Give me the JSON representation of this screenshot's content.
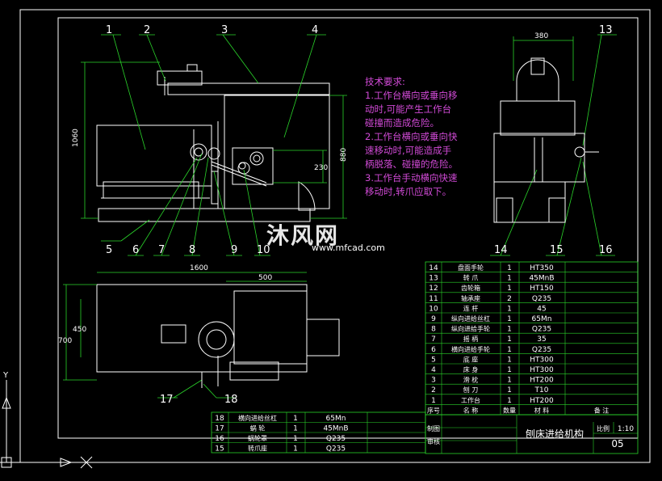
{
  "callouts": {
    "c1": "1",
    "c2": "2",
    "c3": "3",
    "c4": "4",
    "c5": "5",
    "c6": "6",
    "c7": "7",
    "c8": "8",
    "c9": "9",
    "c10": "10",
    "c13": "13",
    "c14": "14",
    "c15": "15",
    "c16": "16",
    "c17": "17",
    "c18": "18"
  },
  "dimensions": {
    "front_height": "1060",
    "front_right": "880",
    "front_inner": "230",
    "top_width": "1600",
    "top_inner": "500",
    "top_h1": "700",
    "top_h2": "450",
    "side_width": "380"
  },
  "tech_requirements": {
    "title": "技术要求:",
    "lines": [
      "1.工作台横向或垂向移",
      "动时,可能产生工作台",
      "碰撞而造成危险。",
      "2.工作台横向或垂向快",
      "速移动时,可能造成手",
      "柄脱落、碰撞的危险。",
      "3.工作台手动横向快速",
      "移动时,转爪应取下。"
    ]
  },
  "parts_list": [
    {
      "no": "14",
      "name": "盘面手轮",
      "qty": "1",
      "mat": "HT350"
    },
    {
      "no": "13",
      "name": "转  爪",
      "qty": "1",
      "mat": "45MnB"
    },
    {
      "no": "12",
      "name": "齿轮箱",
      "qty": "1",
      "mat": "HT150"
    },
    {
      "no": "11",
      "name": "轴承座",
      "qty": "2",
      "mat": "Q235"
    },
    {
      "no": "10",
      "name": "连  杆",
      "qty": "1",
      "mat": "45"
    },
    {
      "no": "9",
      "name": "纵向进给丝杠",
      "qty": "1",
      "mat": "65Mn"
    },
    {
      "no": "8",
      "name": "纵向进给手轮",
      "qty": "1",
      "mat": "Q235"
    },
    {
      "no": "7",
      "name": "摇  柄",
      "qty": "1",
      "mat": "35"
    },
    {
      "no": "6",
      "name": "横向进给手轮",
      "qty": "1",
      "mat": "Q235"
    },
    {
      "no": "5",
      "name": "底  座",
      "qty": "1",
      "mat": "HT300"
    },
    {
      "no": "4",
      "name": "床  身",
      "qty": "1",
      "mat": "HT300"
    },
    {
      "no": "3",
      "name": "滑  枕",
      "qty": "1",
      "mat": "HT200"
    },
    {
      "no": "2",
      "name": "刨  刀",
      "qty": "1",
      "mat": "T10"
    },
    {
      "no": "1",
      "name": "工作台",
      "qty": "1",
      "mat": "HT200"
    }
  ],
  "parts_list_left": [
    {
      "no": "18",
      "name": "横向进给丝杠",
      "qty": "1",
      "mat": "65Mn"
    },
    {
      "no": "17",
      "name": "蜗  轮",
      "qty": "1",
      "mat": "45MnB"
    },
    {
      "no": "16",
      "name": "蜗轮罩",
      "qty": "1",
      "mat": "Q235"
    },
    {
      "no": "15",
      "name": "转爪座",
      "qty": "1",
      "mat": "Q235"
    }
  ],
  "header": {
    "no": "序号",
    "name": "名  称",
    "qty": "数量",
    "mat": "材  料",
    "note": "备  注"
  },
  "title_block": {
    "designer": "制图",
    "reviewer": "审核",
    "title": "刨床进给机构",
    "scale_label": "比例",
    "scale": "1:10",
    "sheet": "05"
  },
  "watermark": {
    "text": "沐风网",
    "url": "www.mfcad.com"
  },
  "colors": {
    "line": "#ffffff",
    "leader": "#2ad42a",
    "dim": "#2ad42a",
    "table": "#2ad42a",
    "text": "#ffffff",
    "tech": "#d14ad6"
  }
}
